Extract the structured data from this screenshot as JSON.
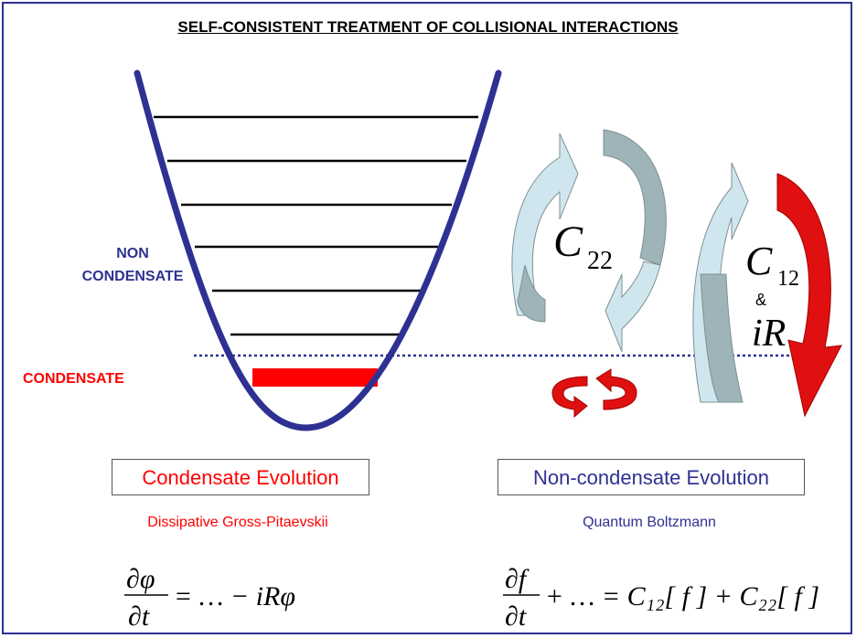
{
  "title": "SELF-CONSISTENT TREATMENT OF COLLISIONAL INTERACTIONS",
  "labels": {
    "non_condensate_line1": "NON",
    "non_condensate_line2": "CONDENSATE",
    "condensate": "CONDENSATE"
  },
  "cycles": {
    "c22_symbol": "C",
    "c22_subscript": "22",
    "c12_symbol": "C",
    "c12_subscript": "12",
    "ampersand": "&",
    "ir": "iR"
  },
  "boxes": {
    "left_title": "Condensate Evolution",
    "left_subtitle": "Dissipative Gross-Pitaevskii",
    "right_title": "Non-condensate Evolution",
    "right_subtitle": "Quantum Boltzmann"
  },
  "equations": {
    "left_num": "∂φ",
    "left_den": "∂t",
    "left_rhs": "= … − iRφ",
    "right_num": "∂f",
    "right_den": "∂t",
    "right_rhs": "+ … = C₁₂[ f ] + C₂₂[ f ]"
  },
  "colors": {
    "frame": "#2e3192",
    "trap": "#2e3192",
    "condensate": "#ff0000",
    "light_arrow": "#cfe6ee",
    "dark_arrow": "#9fb4b9",
    "red_arrow": "#e01010"
  }
}
